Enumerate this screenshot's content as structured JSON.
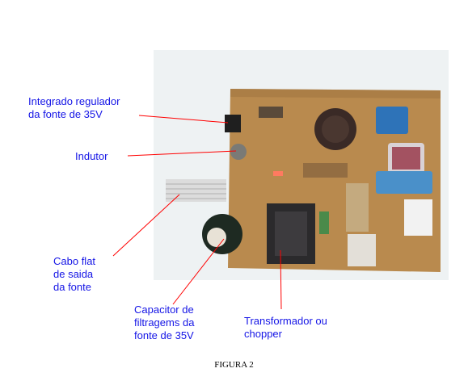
{
  "labels": {
    "integrado": "Integrado regulador\nda fonte de 35V",
    "indutor": "Indutor",
    "cabo": "Cabo flat\nde saida\nda fonte",
    "capacitor": "Capacitor de\nfiltragems da\nfonte de 35V",
    "transformador": "Transformador ou\nchopper"
  },
  "caption": "FIGURA 2",
  "colors": {
    "label_text": "#1515e6",
    "leader_line": "#ff0000",
    "pcb": "#b98a4e",
    "background": "#ffffff"
  }
}
